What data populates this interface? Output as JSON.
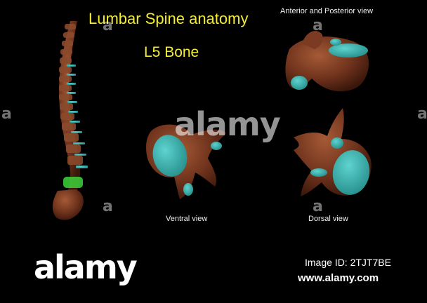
{
  "colors": {
    "title": "#f4ec32",
    "bone": "#7a3b22",
    "cartilage": "#3fc0bd",
    "l5_highlight": "#3ed23c",
    "background": "#000000"
  },
  "heading": {
    "title": "Lumbar Spine anatomy",
    "subtitle": "L5 Bone"
  },
  "views": {
    "anterior_posterior": "Anterior and Posterior view",
    "ventral": "Ventral view",
    "dorsal": "Dorsal view"
  },
  "watermark": {
    "text": "alamy",
    "letter": "a"
  },
  "footer": {
    "brand": "alamy",
    "image_id": "Image ID: 2TJT7BE",
    "url": "www.alamy.com"
  }
}
